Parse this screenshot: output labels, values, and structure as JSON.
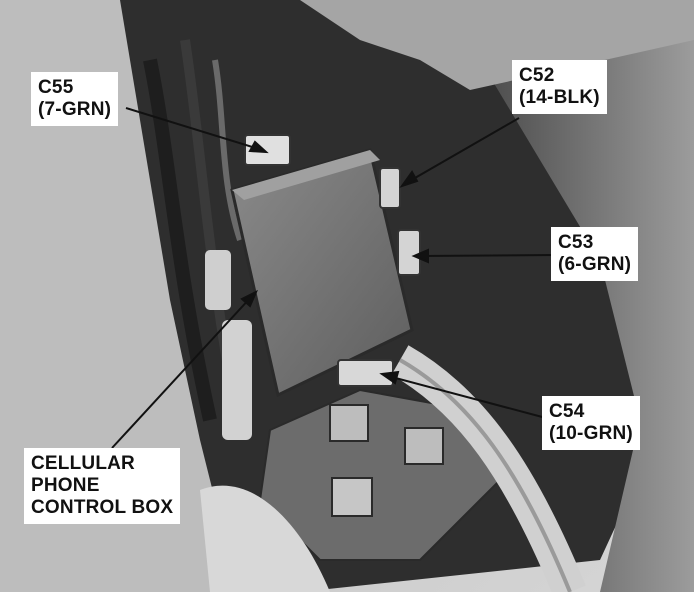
{
  "callouts": {
    "c55": {
      "line1": "C55",
      "line2": "(7-GRN)"
    },
    "c52": {
      "line1": "C52",
      "line2": "(14-BLK)"
    },
    "c53": {
      "line1": "C53",
      "line2": "(6-GRN)"
    },
    "c54": {
      "line1": "C54",
      "line2": "(10-GRN)"
    },
    "control_box": {
      "line1": "CELLULAR",
      "line2": "PHONE",
      "line3": "CONTROL BOX"
    }
  },
  "colors": {
    "label_background": "#ffffff",
    "label_text": "#111111",
    "leader_line": "#111111"
  }
}
